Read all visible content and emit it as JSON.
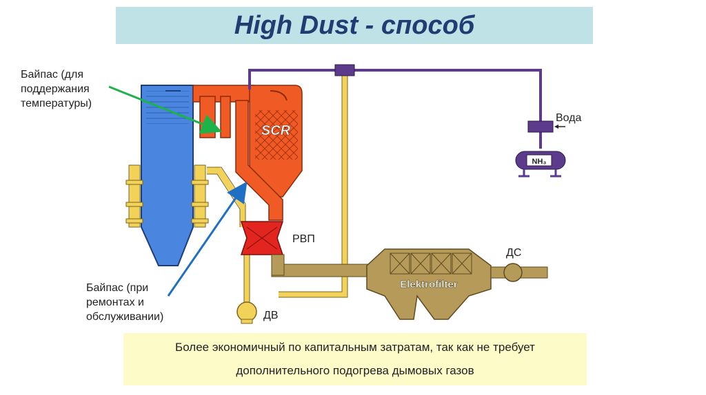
{
  "title": "High Dust - способ",
  "labels": {
    "bypass_temperature": "Байпас (для\nподдержания\nтемпературы)",
    "bypass_repair": "Байпас (при\nремонтах и\nобслуживании)",
    "water": "Вода",
    "nh3": "NH₃",
    "scr": "SCR",
    "rvp": "РВП",
    "ds": "ДС",
    "dv": "ДВ",
    "elektrofilter": "Elektrofilter"
  },
  "bottom_text": {
    "line1": "Более экономичный по капитальным затратам, так как не требует",
    "line2": "дополнительного подогрева дымовых газов"
  },
  "colors": {
    "boiler_blue": "#4a86e0",
    "flue_orange": "#f05a24",
    "bypass_yellow": "#f3d25a",
    "filter_brown": "#b59a5a",
    "ammonia_purple": "#5d3b8c",
    "rvp_red": "#e2261f",
    "arrow_green": "#1db34a",
    "arrow_blue": "#1f6fc4",
    "title_bg": "#bfe2e6",
    "title_text": "#1f3c73",
    "note_bg": "#fdfbc8"
  }
}
